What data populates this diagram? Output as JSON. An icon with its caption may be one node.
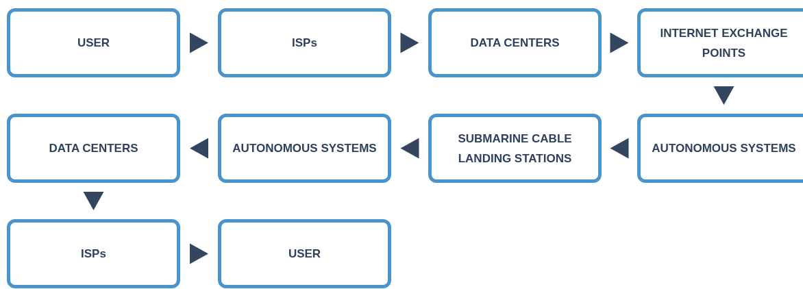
{
  "diagram": {
    "nodes": [
      {
        "text": [
          "USER"
        ]
      },
      {
        "text": [
          "ISPs"
        ]
      },
      {
        "text": [
          "DATA CENTERS"
        ]
      },
      {
        "text": [
          "INTERNET EXCHANGE POINTS"
        ]
      },
      {
        "text": [
          "DATA CENTERS"
        ]
      },
      {
        "text": [
          "AUTONOMOUS SYSTEMS"
        ]
      },
      {
        "text": [
          "SUBMARINE CABLE LANDING STATIONS"
        ]
      },
      {
        "text": [
          "AUTONOMOUS SYSTEMS"
        ]
      },
      {
        "text": [
          "ISPs"
        ]
      },
      {
        "text": [
          "USER"
        ]
      }
    ],
    "edges": [
      {
        "from": 0,
        "to": 1,
        "arrow": "to"
      },
      {
        "from": 1,
        "to": 2,
        "arrow": "to"
      },
      {
        "from": 2,
        "to": 3,
        "arrow": "to"
      },
      {
        "from": 3,
        "to": 7,
        "arrow": "to"
      },
      {
        "from": 7,
        "to": 6,
        "arrow": "to"
      },
      {
        "from": 6,
        "to": 5,
        "arrow": "to"
      },
      {
        "from": 5,
        "to": 4,
        "arrow": "to"
      },
      {
        "from": 4,
        "to": 8,
        "arrow": "to"
      },
      {
        "from": 8,
        "to": 9,
        "arrow": "to"
      }
    ]
  }
}
